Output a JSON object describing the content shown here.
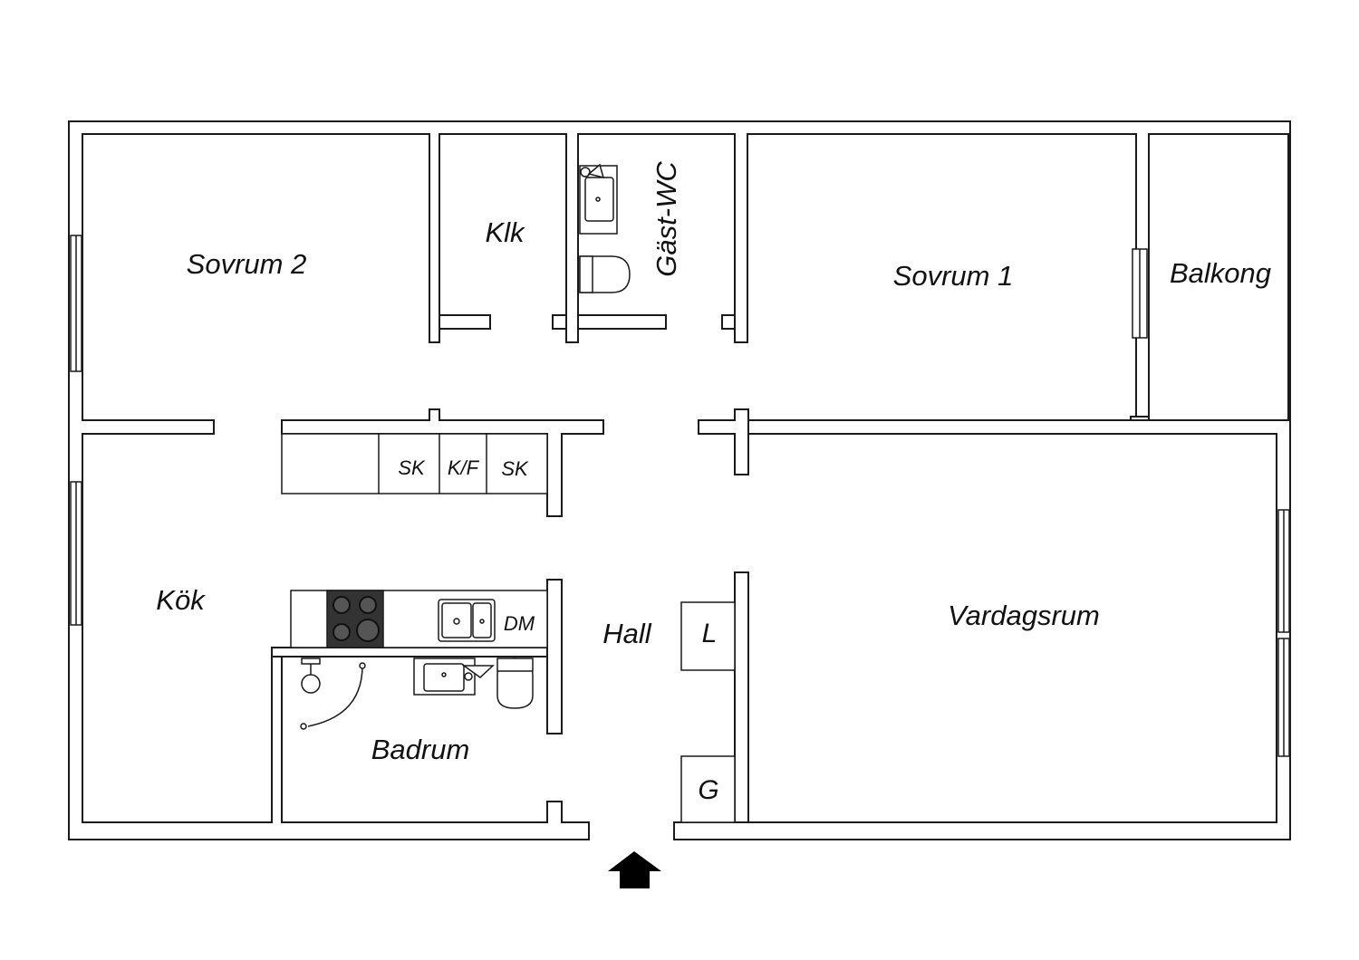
{
  "rooms": {
    "sovrum2": "Sovrum 2",
    "klk": "Klk",
    "gast_wc": "Gäst-WC",
    "sovrum1": "Sovrum 1",
    "balkong": "Balkong",
    "kok": "Kök",
    "hall": "Hall",
    "vardagsrum": "Vardagsrum",
    "badrum": "Badrum"
  },
  "fixtures": {
    "sk_left": "SK",
    "kf": "K/F",
    "sk_right": "SK",
    "dm": "DM",
    "l": "L",
    "g": "G"
  },
  "colors": {
    "wall_stroke": "#1a1a1a",
    "stove": "#333333",
    "arrow": "#000000"
  },
  "icons": {
    "entrance": "entrance-arrow-icon"
  }
}
